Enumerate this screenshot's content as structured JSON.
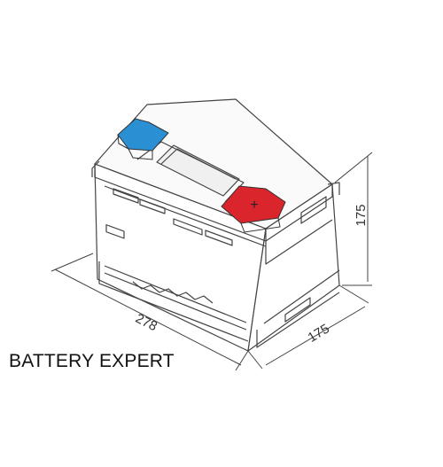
{
  "brand": {
    "text": "BATTERY EXPERT"
  },
  "dimensions": {
    "length": "278",
    "width": "175",
    "height": "175"
  },
  "terminals": {
    "negative": {
      "color": "#2b8fd4"
    },
    "positive": {
      "color": "#d9252b",
      "symbol": "+"
    }
  },
  "colors": {
    "line": "#444444",
    "hatch": "#999999"
  }
}
